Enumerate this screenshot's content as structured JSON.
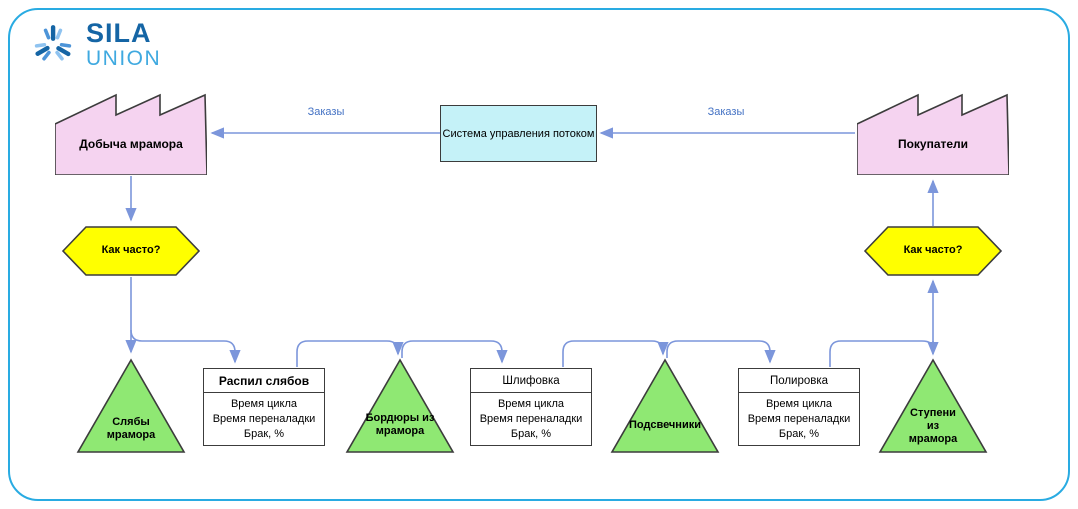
{
  "brand": {
    "name_top": "SILA",
    "name_bottom": "UNION"
  },
  "colors": {
    "frame_border": "#29ABE2",
    "factory_fill": "#F5D3F0",
    "control_fill": "#C5F2F8",
    "question_fill": "#FFFF00",
    "inventory_fill": "#8FE873",
    "shape_stroke": "#3C3C3C",
    "connector": "#7C96DB",
    "order_label_text": "#4472C4",
    "logo_dark_blue": "#1565A5",
    "logo_light_blue": "#3FA9E0"
  },
  "diagram": {
    "supplier": {
      "label": "Добыча мрамора"
    },
    "customer": {
      "label": "Покупатели"
    },
    "control": {
      "label": "Система управления потоком"
    },
    "orders": {
      "left_label": "Заказы",
      "right_label": "Заказы"
    },
    "questions": {
      "left_label": "Как часто?",
      "right_label": "Как часто?"
    },
    "inventories": [
      {
        "name": "marble-slabs",
        "lines": [
          "Слябы",
          "мрамора"
        ]
      },
      {
        "name": "marble-curbs",
        "lines": [
          "Бордюры из",
          "мрамора"
        ]
      },
      {
        "name": "candlesticks",
        "lines": [
          "Подсвечники"
        ]
      },
      {
        "name": "marble-steps",
        "lines": [
          "Ступени",
          "из",
          "мрамора"
        ]
      }
    ],
    "processes": [
      {
        "title": "Распил слябов",
        "attributes": [
          "Время цикла",
          "Время переналадки",
          "Брак, %"
        ]
      },
      {
        "title": "Шлифовка",
        "attributes": [
          "Время цикла",
          "Время переналадки",
          "Брак, %"
        ]
      },
      {
        "title": "Полировка",
        "attributes": [
          "Время цикла",
          "Время переналадки",
          "Брак, %"
        ]
      }
    ]
  }
}
